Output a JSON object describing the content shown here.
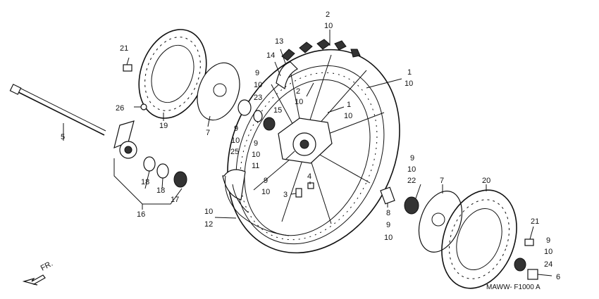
{
  "diagram": {
    "code": "MAWW- F1000 A",
    "direction": "FR.",
    "callouts": {
      "c1": "2",
      "c2": "10",
      "c3": "13",
      "c4": "14",
      "c5": "21",
      "c6": "9",
      "c7": "10",
      "c8": "23",
      "c9": "15",
      "c10": "2",
      "c11": "10",
      "c12": "1",
      "c13": "10",
      "c14": "1",
      "c15": "10",
      "c16": "26",
      "c17": "19",
      "c18": "7",
      "c19": "5",
      "c20": "9",
      "c21": "10",
      "c22": "25",
      "c23": "9",
      "c24": "10",
      "c25": "11",
      "c26": "9",
      "c27": "10",
      "c28": "4",
      "c29": "3",
      "c30": "18",
      "c31": "18",
      "c32": "17",
      "c33": "16",
      "c34": "10",
      "c35": "12",
      "c36": "9",
      "c37": "10",
      "c38": "22",
      "c39": "8",
      "c40": "9",
      "c41": "10",
      "c42": "7",
      "c43": "20",
      "c44": "21",
      "c45": "9",
      "c46": "10",
      "c47": "24",
      "c48": "6"
    }
  }
}
